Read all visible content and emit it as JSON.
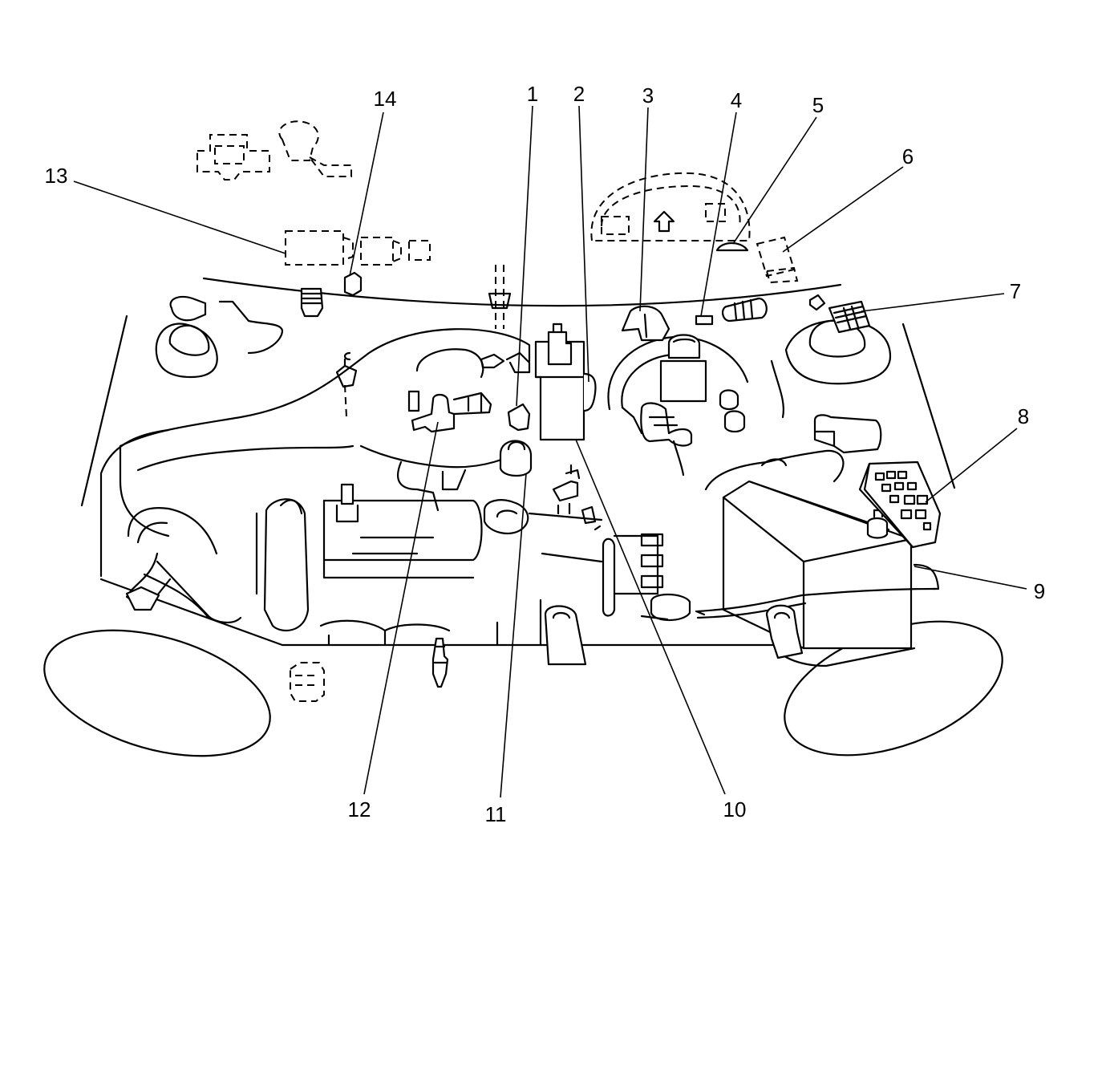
{
  "callouts": [
    {
      "id": "1",
      "label": "1"
    },
    {
      "id": "2",
      "label": "2"
    },
    {
      "id": "3",
      "label": "3"
    },
    {
      "id": "4",
      "label": "4"
    },
    {
      "id": "5",
      "label": "5"
    },
    {
      "id": "6",
      "label": "6"
    },
    {
      "id": "7",
      "label": "7"
    },
    {
      "id": "8",
      "label": "8"
    },
    {
      "id": "9",
      "label": "9"
    },
    {
      "id": "10",
      "label": "10"
    },
    {
      "id": "11",
      "label": "11"
    },
    {
      "id": "12",
      "label": "12"
    },
    {
      "id": "13",
      "label": "13"
    },
    {
      "id": "14",
      "label": "14"
    }
  ],
  "colors": {
    "line": "#000000",
    "background": "#ffffff"
  }
}
